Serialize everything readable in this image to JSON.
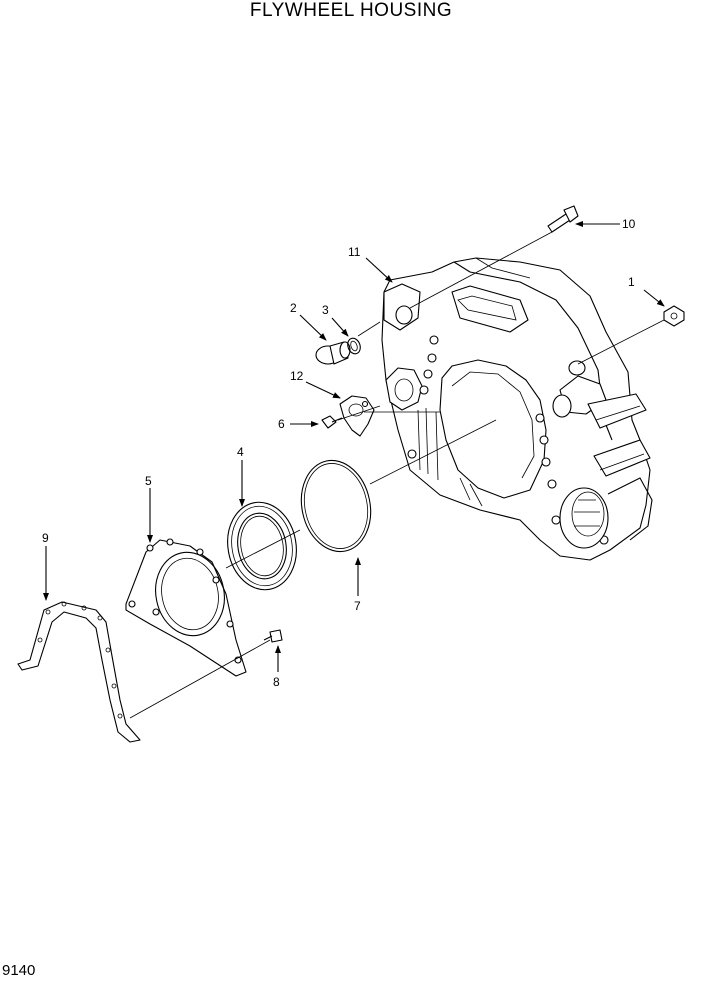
{
  "title": "FLYWHEEL HOUSING",
  "page_number": "9140",
  "callouts": {
    "c1": "1",
    "c2": "2",
    "c3": "3",
    "c4": "4",
    "c5": "5",
    "c6": "6",
    "c7": "7",
    "c8": "8",
    "c9": "9",
    "c10": "10",
    "c11": "11",
    "c12": "12"
  }
}
